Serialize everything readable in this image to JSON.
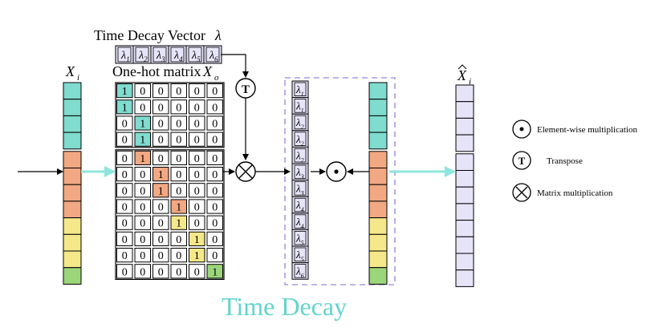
{
  "title_vector": "Time Decay Vector",
  "lambda_symbol": "λ",
  "onehot_title": "One-hot matrix",
  "xi_label": "X",
  "xi_sub": "i",
  "xo_label": "X",
  "xo_sub": "o",
  "xhat_label": "X",
  "xhat_sub": "i",
  "transpose_symbol": "T",
  "time_decay_label": "Time Decay",
  "lambda_vector": [
    "1",
    "2",
    "3",
    "4",
    "5",
    "6"
  ],
  "onehot_rows": [
    [
      1,
      0,
      0,
      0,
      0,
      0
    ],
    [
      1,
      0,
      0,
      0,
      0,
      0
    ],
    [
      0,
      1,
      0,
      0,
      0,
      0
    ],
    [
      0,
      1,
      0,
      0,
      0,
      0
    ],
    [
      0,
      1,
      0,
      0,
      0,
      0
    ],
    [
      0,
      0,
      1,
      0,
      0,
      0
    ],
    [
      0,
      0,
      1,
      0,
      0,
      0
    ],
    [
      0,
      0,
      0,
      1,
      0,
      0
    ],
    [
      0,
      0,
      0,
      1,
      0,
      0
    ],
    [
      0,
      0,
      0,
      0,
      1,
      0
    ],
    [
      0,
      0,
      0,
      0,
      1,
      0
    ],
    [
      0,
      0,
      0,
      0,
      0,
      1
    ]
  ],
  "lambda_column": [
    "1",
    "1",
    "2",
    "2",
    "2",
    "3",
    "3",
    "4",
    "4",
    "5",
    "5",
    "6"
  ],
  "legend": {
    "elementwise": "Element-wise multiplication",
    "transpose": "Transpose",
    "matmul": "Matrix multiplication"
  },
  "colors": {
    "teal": "#7fdccf",
    "orange": "#f2a882",
    "yellow": "#f5e88a",
    "green": "#9cd67a",
    "lavender": "#e6e4f8",
    "arrow_teal": "#8ee6dc",
    "dashed_box": "#a79be6",
    "time_decay_text": "#63d4cb"
  }
}
